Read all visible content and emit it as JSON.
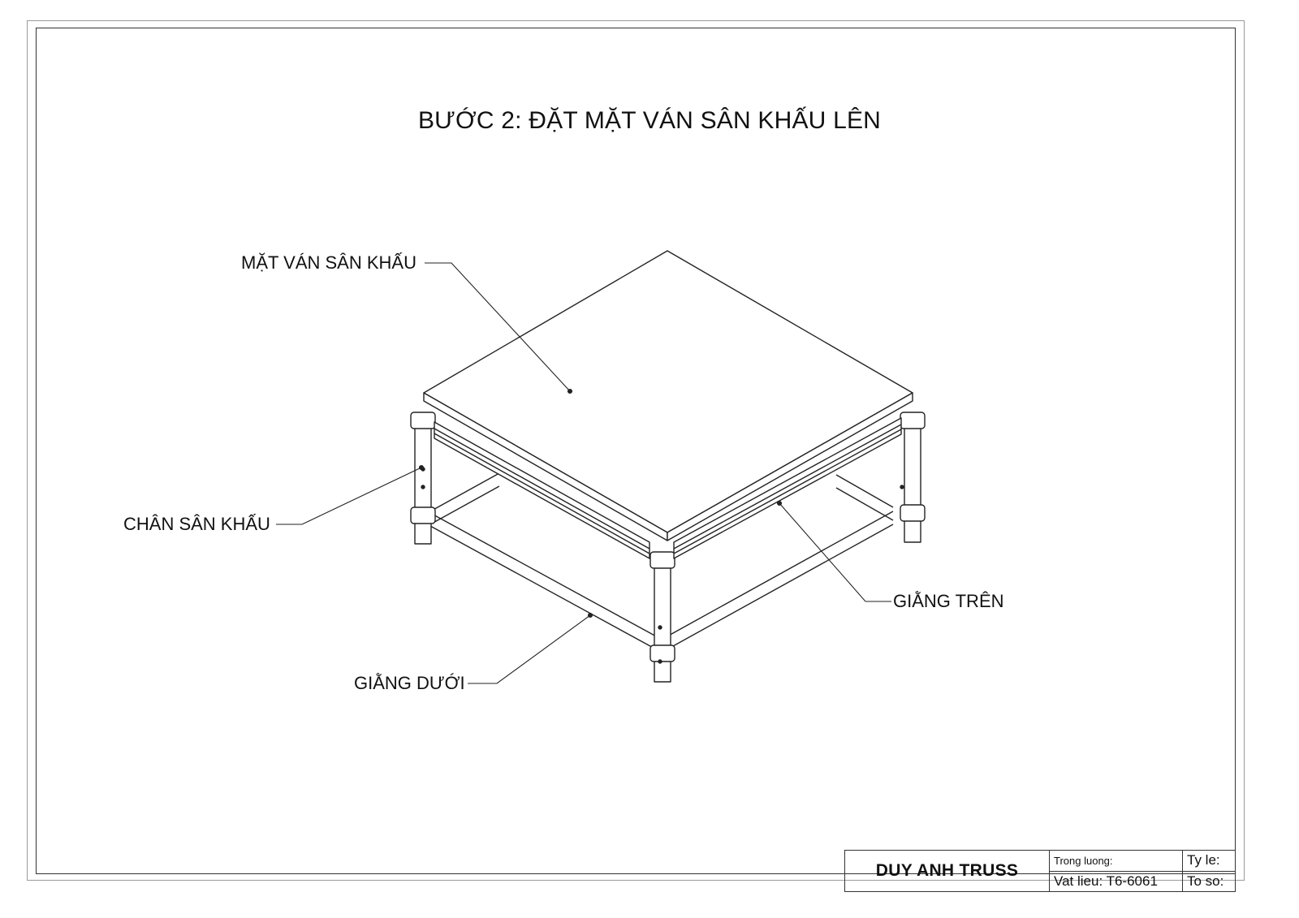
{
  "title": "BƯỚC 2: ĐẶT MẶT VÁN SÂN KHẤU LÊN",
  "labels": {
    "mat_van": "MẶT VÁN SÂN KHẤU",
    "chan": "CHÂN SÂN KHẤU",
    "giang_tren": "GIẰNG TRÊN",
    "giang_duoi": "GIẰNG DƯỚI"
  },
  "title_block": {
    "company": "DUY ANH TRUSS",
    "trong_luong": "Trong luong:",
    "vat_lieu": "Vat lieu: T6-6061",
    "ty_le": "Ty le:",
    "to_so": "To so:"
  }
}
